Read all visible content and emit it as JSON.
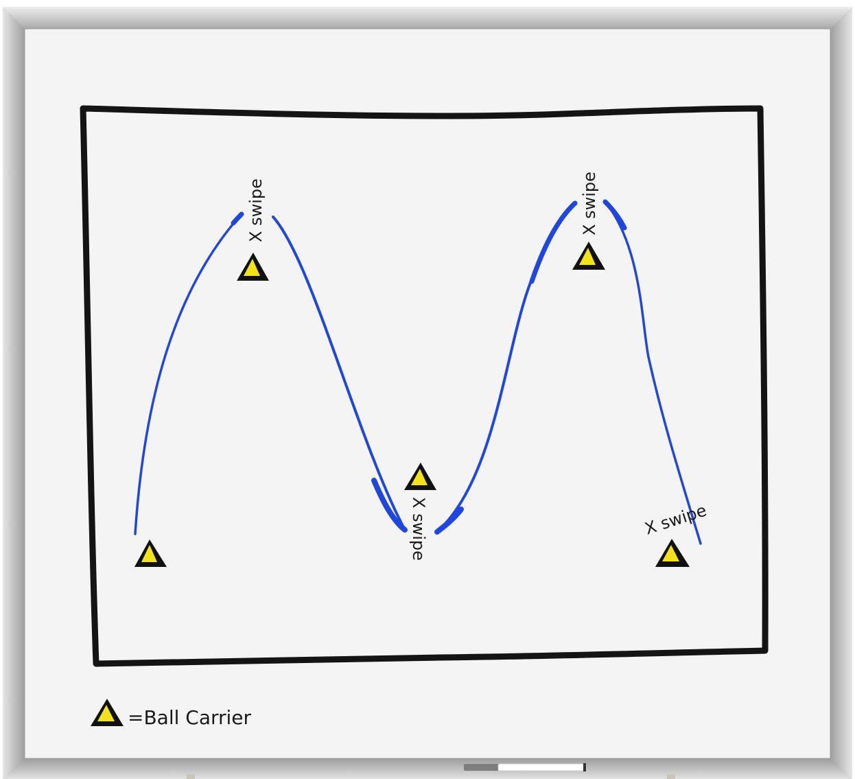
{
  "board": {
    "frame_color": "#c4c4c4",
    "surface_color": "#f4f4f4",
    "border_color": "#141414"
  },
  "path": {
    "color": "#1f47e0"
  },
  "markers": {
    "fill": "#f2e21a",
    "outline": "#111111",
    "icon": "triangle-cone-icon"
  },
  "labels": {
    "swipe_1": "X swipe",
    "swipe_2": "X swipe",
    "swipe_3": "X swipe",
    "swipe_4": "X swipe"
  },
  "legend": {
    "text": "=Ball Carrier"
  }
}
